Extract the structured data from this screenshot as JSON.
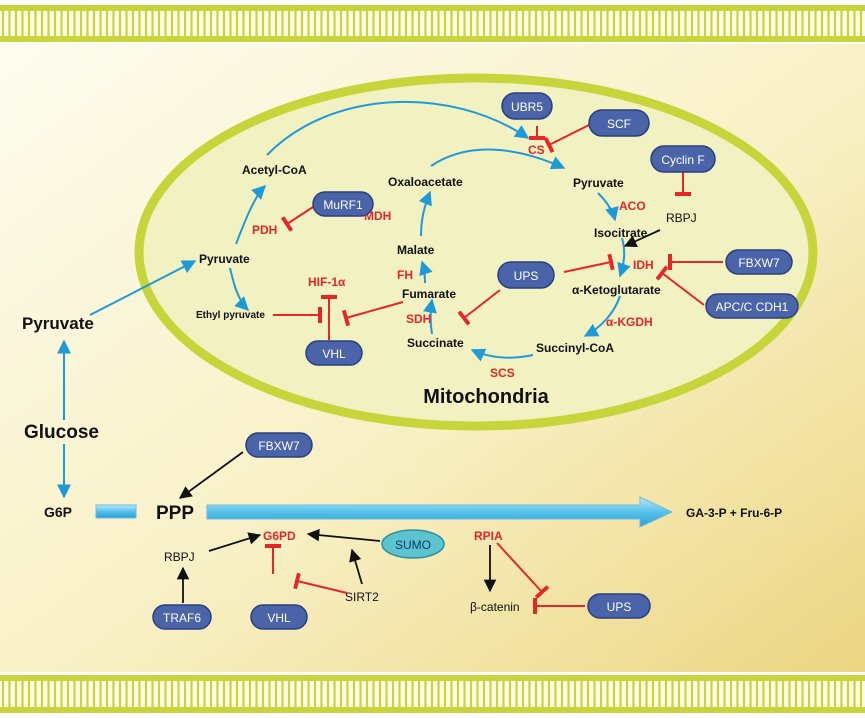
{
  "organelle": {
    "title": "Mitochondria"
  },
  "metabolites": {
    "acetyl_coa": "Acetyl-CoA",
    "oxaloacetate": "Oxaloacetate",
    "pyruvate_mito": "Pyruvate",
    "pyruvate_inner": "Pyruvate",
    "isocitrate": "Isocitrate",
    "alpha_kg": "α-Ketoglutarate",
    "succinyl_coa": "Succinyl-CoA",
    "succinate": "Succinate",
    "fumarate": "Fumarate",
    "malate": "Malate",
    "ethyl_pyruvate": "Ethyl pyruvate",
    "pyruvate_cyto": "Pyruvate",
    "glucose": "Glucose",
    "g6p": "G6P",
    "ppp": "PPP",
    "products": "GA-3-P + Fru-6-P",
    "rbpj_mito": "RBPJ",
    "rbpj_cyto": "RBPJ",
    "sirt2": "SIRT2",
    "beta_catenin": "β-catenin"
  },
  "enzymes": {
    "cs": "CS",
    "aco": "ACO",
    "idh": "IDH",
    "akgdh": "α-KGDH",
    "scs": "SCS",
    "sdh": "SDH",
    "fh": "FH",
    "mdh": "MDH",
    "pdh": "PDH",
    "hif1a": "HIF-1α",
    "g6pd": "G6PD",
    "rpia": "RPIA"
  },
  "regulators": {
    "ubr5": "UBR5",
    "scf": "SCF",
    "cyclin_f": "Cyclin F",
    "murf1": "MuRF1",
    "ups_mito": "UPS",
    "fbxw7_mito": "FBXW7",
    "apc": "APC/C CDH1",
    "vhl_mito": "VHL",
    "fbxw7_cyto": "FBXW7",
    "sumo": "SUMO",
    "traf6": "TRAF6",
    "vhl_cyto": "VHL",
    "ups_cyto": "UPS"
  },
  "colors": {
    "membrane": "#c7d43a",
    "matrix": "#f1f1c1",
    "background_light": "#fbf8df",
    "background_dark": "#edd987",
    "activation": "#1f9ad8",
    "inhibition": "#e8262a",
    "regulator_fill": "#4a63a9",
    "sumo_fill": "#5dc3cf"
  }
}
